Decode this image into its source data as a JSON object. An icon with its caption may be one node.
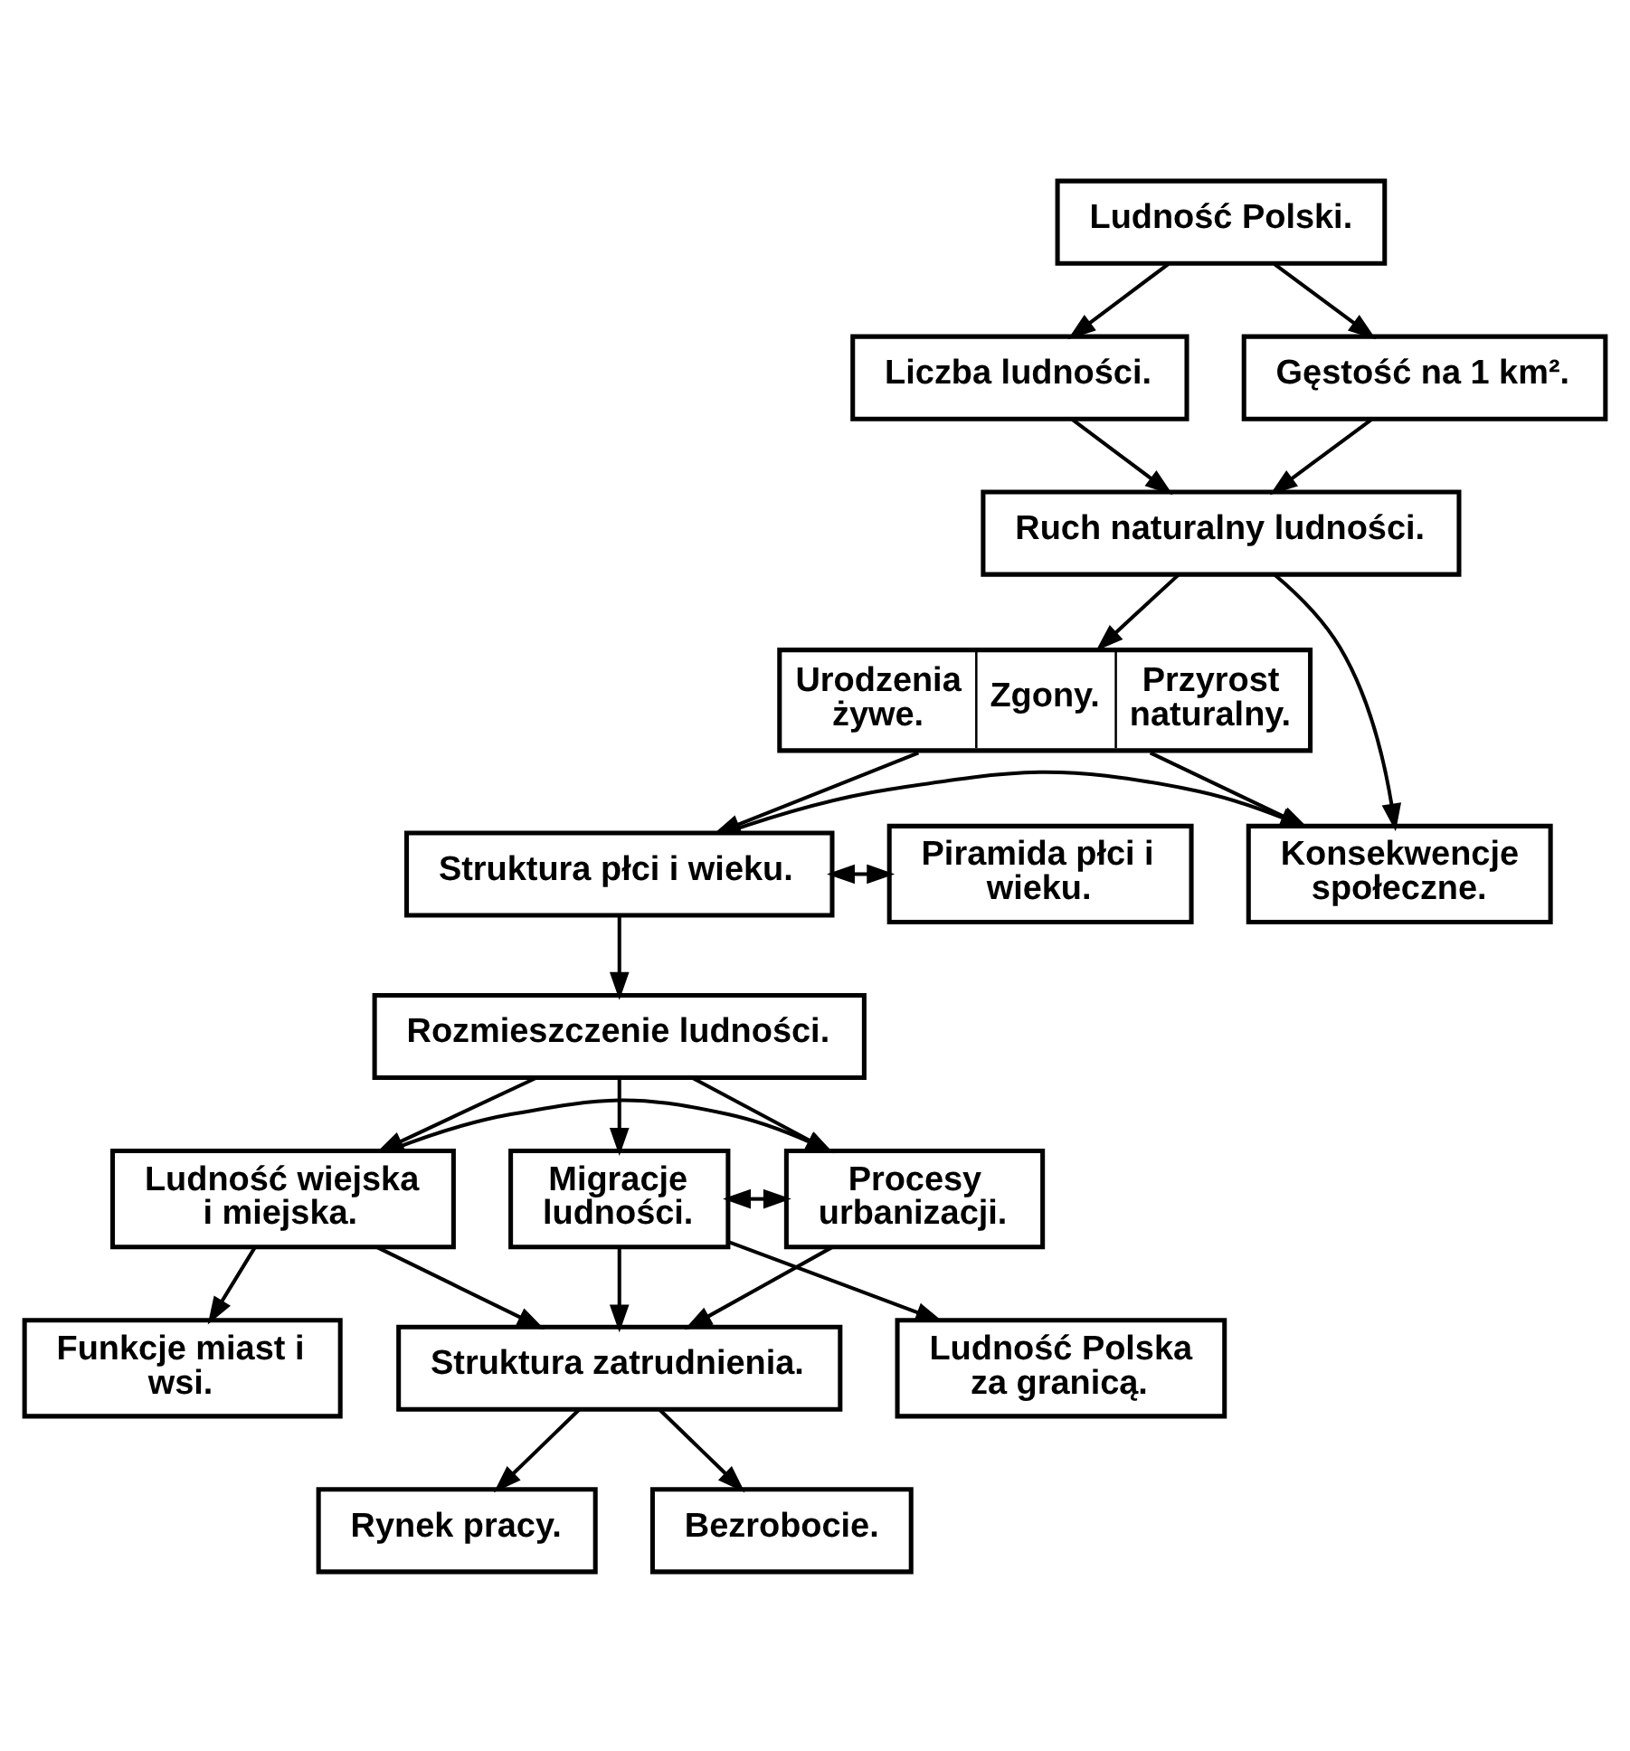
{
  "diagram": {
    "nodes": [
      {
        "text": [
          "Ludność Polski."
        ]
      },
      {
        "text": [
          "Liczba ludności."
        ]
      },
      {
        "text": [
          "Gęstość na 1 km²."
        ]
      },
      {
        "text": [
          "Ruch naturalny ludności."
        ]
      },
      {
        "text": [
          "Urodzenia żywe.",
          "Zgony.",
          "Przyrost naturalny."
        ]
      },
      {
        "text": [
          "Konsekwencje społeczne."
        ]
      },
      {
        "text": [
          "Struktura płci i wieku."
        ]
      },
      {
        "text": [
          "Piramida płci i wieku."
        ]
      },
      {
        "text": [
          "Rozmieszczenie ludności."
        ]
      },
      {
        "text": [
          "Migracje ludności."
        ]
      },
      {
        "text": [
          "Procesy urbanizacji."
        ]
      },
      {
        "text": [
          "Ludność wiejska i miejska."
        ]
      },
      {
        "text": [
          "Ludność Polska za granicą."
        ]
      },
      {
        "text": [
          "Struktura zatrudnienia."
        ]
      },
      {
        "text": [
          "Funkcje miast i wsi."
        ]
      },
      {
        "text": [
          "Rynek pracy."
        ]
      },
      {
        "text": [
          "Bezrobocie."
        ]
      }
    ],
    "edges": [
      {
        "from": 0,
        "to": 1,
        "arrow": "to"
      },
      {
        "from": 0,
        "to": 2,
        "arrow": "to"
      },
      {
        "from": 1,
        "to": 3,
        "arrow": "to"
      },
      {
        "from": 2,
        "to": 3,
        "arrow": "to"
      },
      {
        "from": 3,
        "to": 5,
        "arrow": "to"
      },
      {
        "from": 3,
        "to": 4,
        "arrow": "to"
      },
      {
        "from": 4,
        "to": 5,
        "arrow": "to"
      },
      {
        "from": 4,
        "to": 6,
        "arrow": "to"
      },
      {
        "from": 6,
        "to": 5,
        "arrow": "to"
      },
      {
        "from": 6,
        "to": 7,
        "arrow": "both"
      },
      {
        "from": 6,
        "to": 8,
        "arrow": "to"
      },
      {
        "from": 8,
        "to": 9,
        "arrow": "to"
      },
      {
        "from": 8,
        "to": 10,
        "arrow": "to"
      },
      {
        "from": 8,
        "to": 11,
        "arrow": "to"
      },
      {
        "from": 9,
        "to": 10,
        "arrow": "both"
      },
      {
        "from": 11,
        "to": 10,
        "arrow": "to"
      },
      {
        "from": 9,
        "to": 12,
        "arrow": "to"
      },
      {
        "from": 9,
        "to": 13,
        "arrow": "to"
      },
      {
        "from": 10,
        "to": 13,
        "arrow": "to"
      },
      {
        "from": 11,
        "to": 13,
        "arrow": "to"
      },
      {
        "from": 11,
        "to": 14,
        "arrow": "to"
      },
      {
        "from": 13,
        "to": 15,
        "arrow": "to"
      },
      {
        "from": 13,
        "to": 16,
        "arrow": "to"
      }
    ]
  }
}
